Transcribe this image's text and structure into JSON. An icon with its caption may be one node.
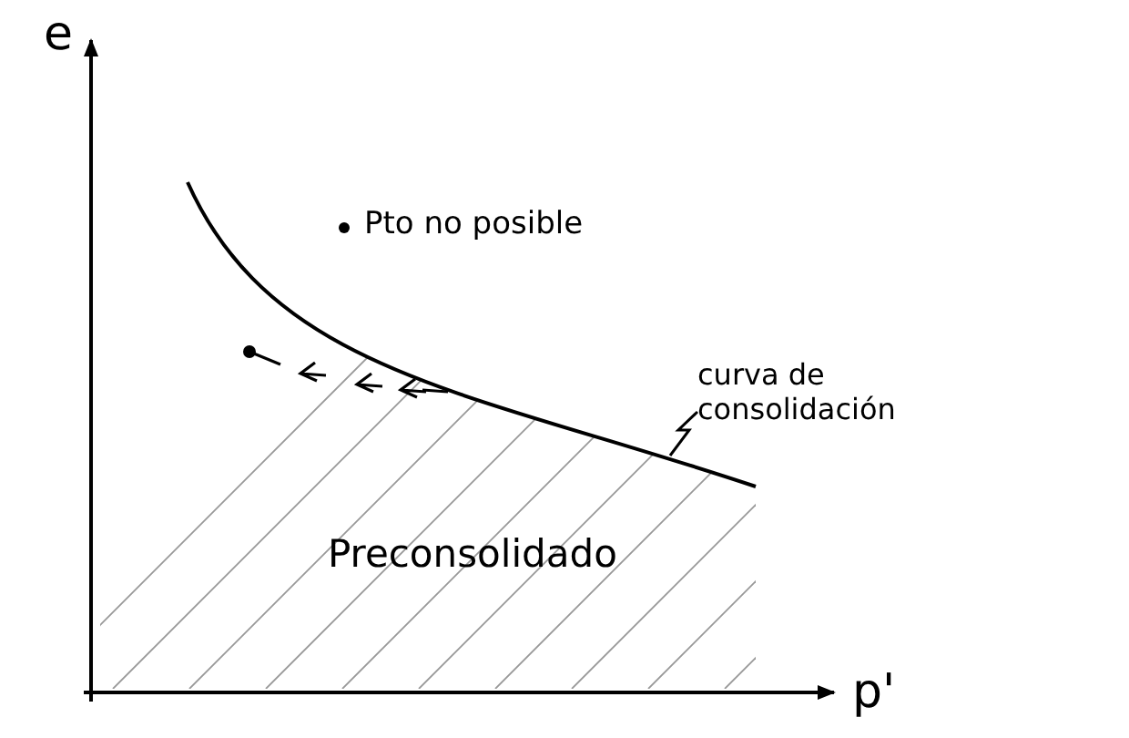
{
  "diagram": {
    "nodes": [
      {
        "text": [
          "curva de consolidación"
        ]
      },
      {
        "text": [],
        "shape": "line"
      }
    ],
    "edges": [
      {
        "from": 0,
        "to": 1,
        "arrow": "none"
      }
    ],
    "labels": [
      "e",
      "p'",
      "Pto no posible",
      "Preconsolidado"
    ]
  }
}
